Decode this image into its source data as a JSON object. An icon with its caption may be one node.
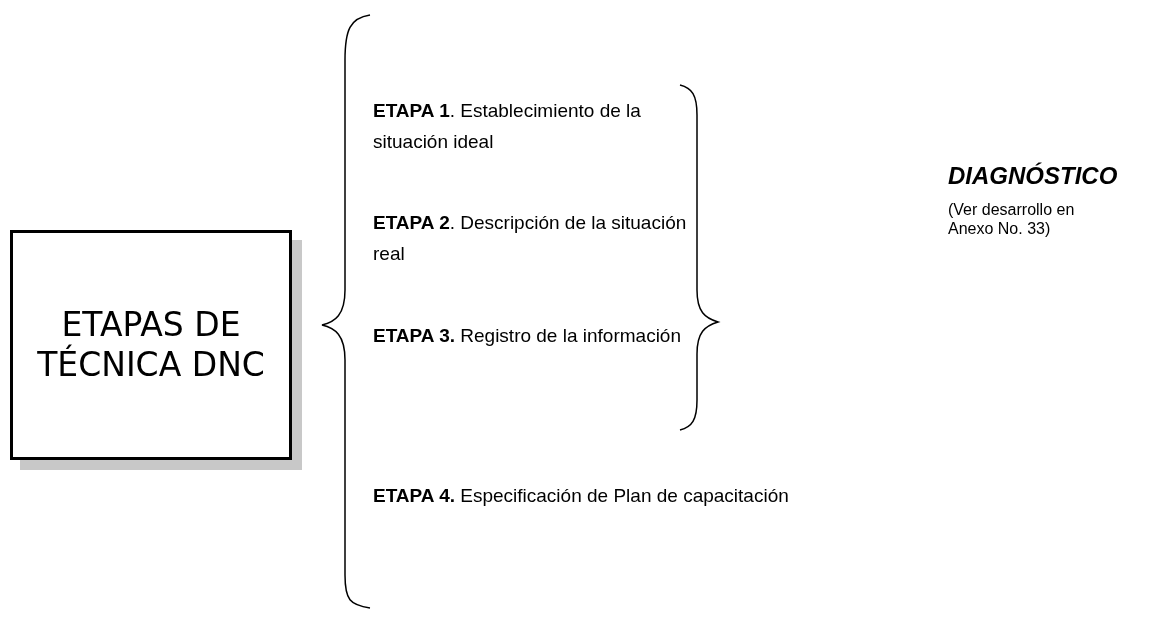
{
  "diagram": {
    "nodes": [
      {
        "text": [
          "ETAPAS DE TÉCNICA DNC"
        ]
      }
    ],
    "labels": [
      "**ETAPA 1**. Establecimiento de la situación ideal",
      "**ETAPA 2**. Descripción de la situación real",
      "**ETAPA 3.** Registro de la información",
      "**ETAPA 4.** Especificación de Plan de capacitación",
      "DIAGNÓSTICO",
      "(Ver desarrollo en Anexo No. 33)"
    ]
  }
}
